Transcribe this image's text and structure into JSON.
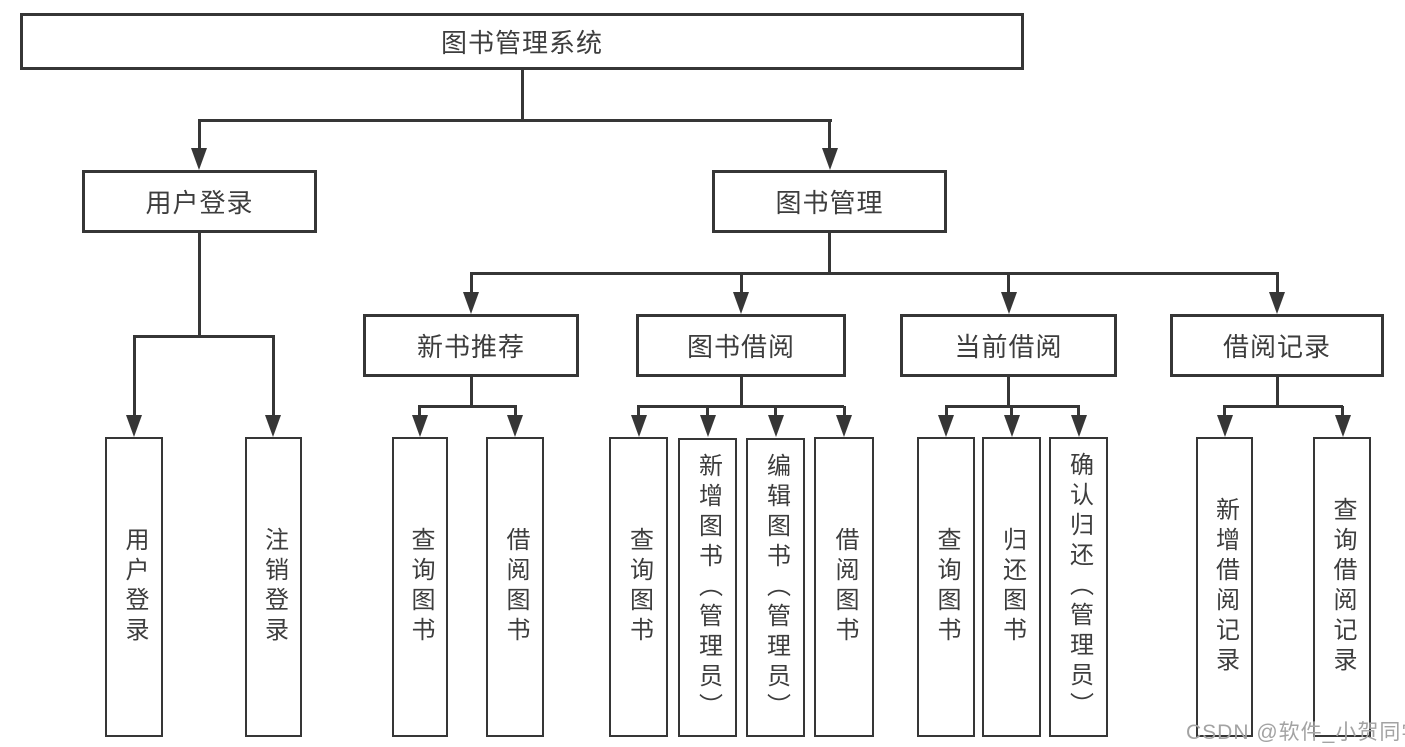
{
  "diagram": {
    "type": "hierarchy-tree",
    "colors": {
      "line": "#363636",
      "box_border": "#363636",
      "text": "#3d3d3d",
      "watermark": "#a3a3a3"
    }
  },
  "tree": {
    "root": {
      "label": "图书管理系统",
      "children": [
        {
          "label": "用户登录",
          "children": [
            {
              "label": "用户登录"
            },
            {
              "label": "注销登录"
            }
          ]
        },
        {
          "label": "图书管理",
          "children": [
            {
              "label": "新书推荐",
              "children": [
                {
                  "label": "查询图书"
                },
                {
                  "label": "借阅图书"
                }
              ]
            },
            {
              "label": "图书借阅",
              "children": [
                {
                  "label": "查询图书"
                },
                {
                  "label": "新增图书（管理员）"
                },
                {
                  "label": "编辑图书（管理员）"
                },
                {
                  "label": "借阅图书"
                }
              ]
            },
            {
              "label": "当前借阅",
              "children": [
                {
                  "label": "查询图书"
                },
                {
                  "label": "归还图书"
                },
                {
                  "label": "确认归还（管理员）"
                }
              ]
            },
            {
              "label": "借阅记录",
              "children": [
                {
                  "label": "新增借阅记录"
                },
                {
                  "label": "查询借阅记录"
                }
              ]
            }
          ]
        }
      ]
    }
  },
  "watermark": {
    "text": "CSDN @软件_小贺同学"
  }
}
